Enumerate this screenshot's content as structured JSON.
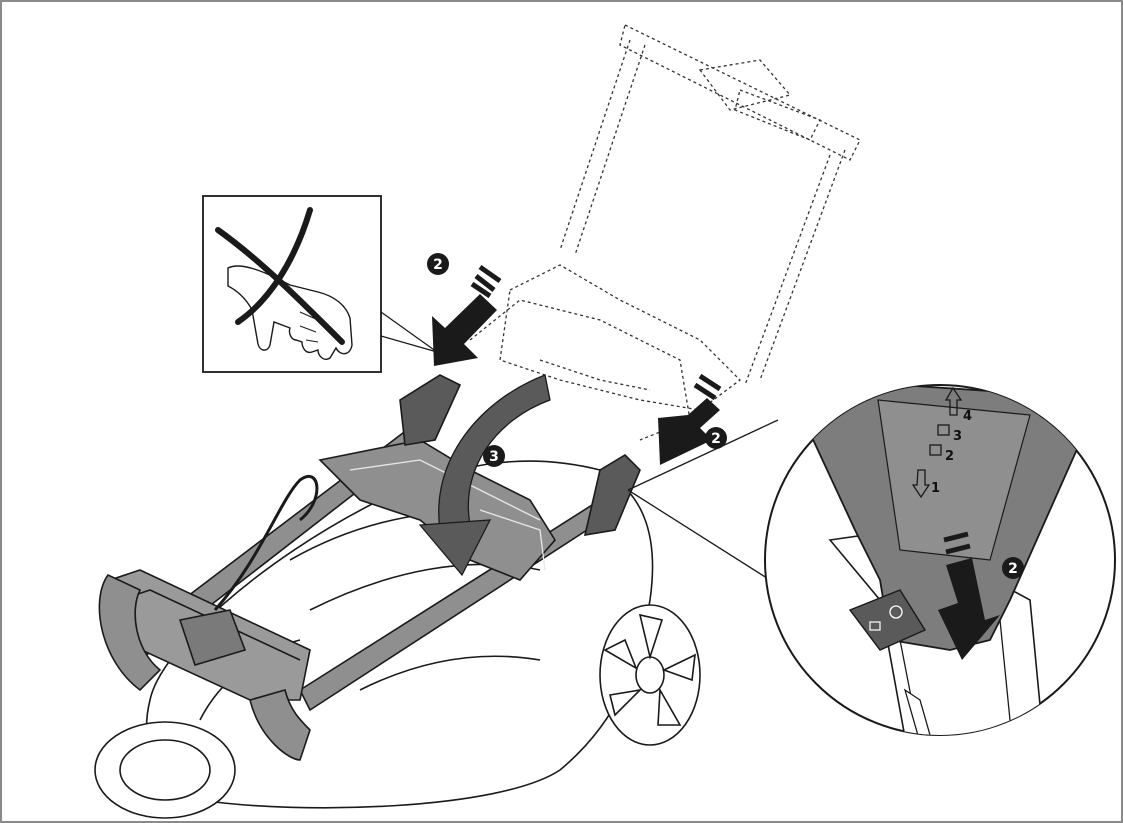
{
  "callouts": {
    "step2_a": "2",
    "step2_b": "2",
    "step2_c": "2",
    "step3": "3"
  },
  "height_scale": {
    "levels": [
      "4",
      "3",
      "2",
      "1"
    ]
  },
  "colors": {
    "line": "#1a1a1a",
    "part_gray": "#8f8f8f",
    "part_dark": "#5a5a5a",
    "detail_gray": "#7d7d7d",
    "background": "#ffffff"
  }
}
